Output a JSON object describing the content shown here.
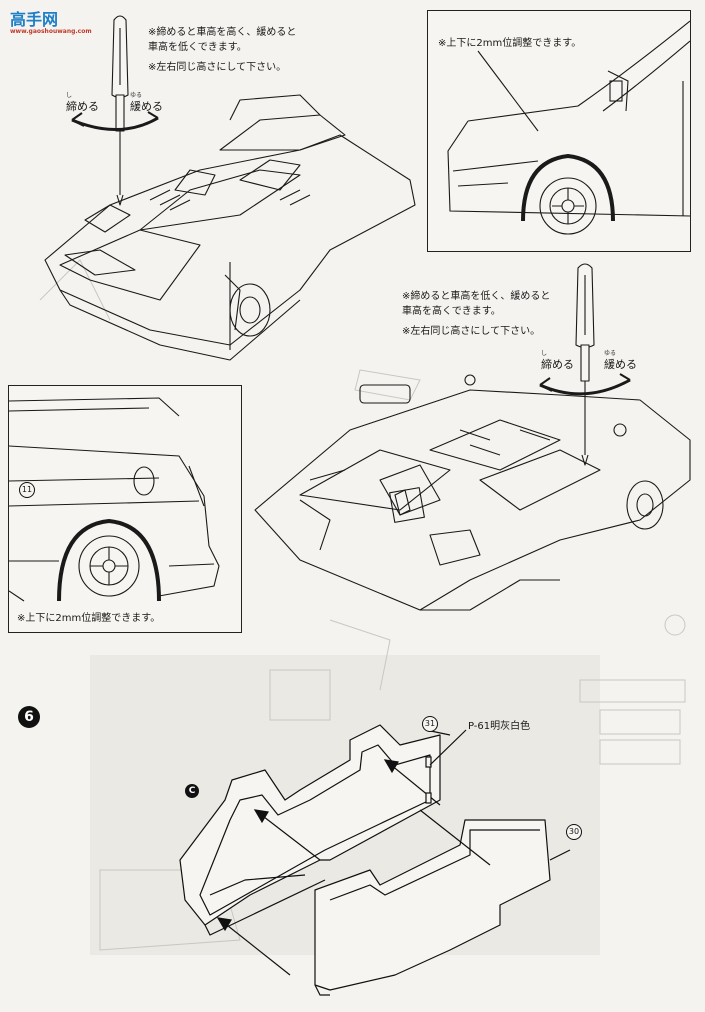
{
  "watermark": {
    "brand": "高手网",
    "site": "www.gaoshouwang.com"
  },
  "top_left_step": {
    "notes": [
      "※締めると車高を高く、緩めると",
      "車高を低くできます。",
      "※左右同じ高さにして下さい。"
    ],
    "tighten_label": "締める",
    "tighten_ruby": "し",
    "loosen_label": "緩める",
    "loosen_ruby": "ゆる"
  },
  "top_right_inset": {
    "note": "※上下に2mm位調整できます。"
  },
  "middle_step": {
    "notes": [
      "※締めると車高を低く、緩めると",
      "車高を高くできます。",
      "※左右同じ高さにして下さい。"
    ],
    "tighten_label": "締める",
    "tighten_ruby": "し",
    "loosen_label": "緩める",
    "loosen_ruby": "ゆる"
  },
  "left_inset": {
    "note": "※上下に2mm位調整できます。",
    "step_number": "11"
  },
  "step6": {
    "step_number": "6",
    "section_letter": "C",
    "part_31": "31",
    "part_30": "30",
    "paint_note": "P-61明灰白色"
  }
}
